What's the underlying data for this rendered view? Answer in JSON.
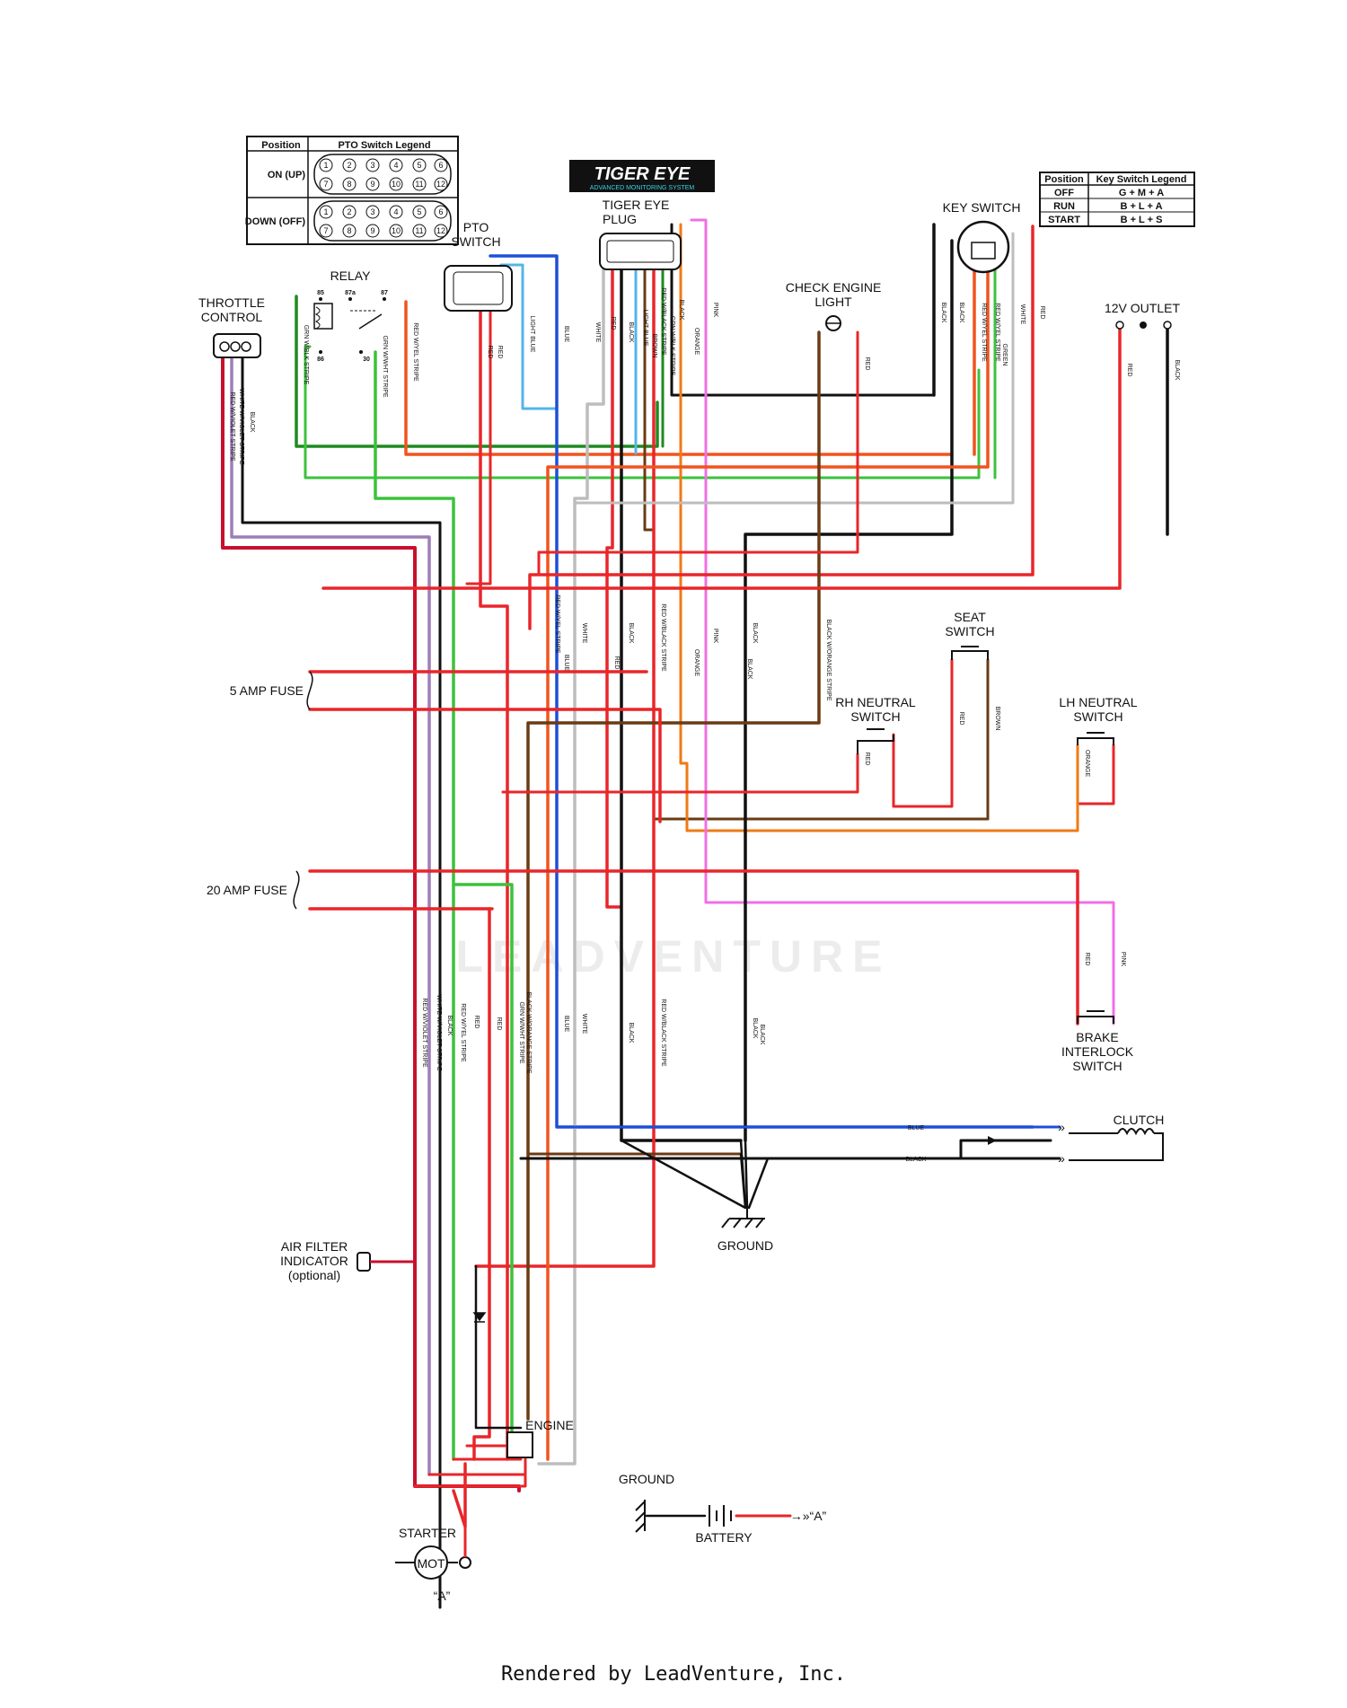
{
  "tiger_eye_logo": {
    "title": "TIGER EYE",
    "subtitle": "ADVANCED MONITORING SYSTEM"
  },
  "pto_legend": {
    "headers": [
      "Position",
      "PTO Switch Legend"
    ],
    "rows": [
      {
        "position": "ON (UP)"
      },
      {
        "position": "DOWN (OFF)"
      }
    ],
    "pins_top": [
      "1",
      "2",
      "3",
      "4",
      "5",
      "6"
    ],
    "pins_bottom": [
      "7",
      "8",
      "9",
      "10",
      "11",
      "12"
    ]
  },
  "key_legend": {
    "headers": [
      "Position",
      "Key Switch Legend"
    ],
    "rows": [
      {
        "position": "OFF",
        "legend": "G + M + A"
      },
      {
        "position": "RUN",
        "legend": "B + L + A"
      },
      {
        "position": "START",
        "legend": "B + L + S"
      }
    ]
  },
  "components": {
    "throttle_control": [
      "THROTTLE",
      "CONTROL"
    ],
    "relay": "RELAY",
    "relay_pins": [
      "85",
      "87a",
      "87",
      "86",
      "30"
    ],
    "pto_switch": [
      "PTO",
      "SWITCH"
    ],
    "tiger_eye_plug": [
      "TIGER EYE",
      "PLUG"
    ],
    "key_switch": "KEY SWITCH",
    "check_engine_light": [
      "CHECK ENGINE",
      "LIGHT"
    ],
    "outlet_12v": "12V OUTLET",
    "fuse_5": "5 AMP FUSE",
    "fuse_20": "20 AMP FUSE",
    "seat_switch": [
      "SEAT",
      "SWITCH"
    ],
    "rh_neutral": [
      "RH NEUTRAL",
      "SWITCH"
    ],
    "lh_neutral": [
      "LH NEUTRAL",
      "SWITCH"
    ],
    "brake_interlock": [
      "BRAKE",
      "INTERLOCK",
      "SWITCH"
    ],
    "clutch": "CLUTCH",
    "ground_main": "GROUND",
    "ground_battery": "GROUND",
    "battery": "BATTERY",
    "air_filter": [
      "AIR FILTER",
      "INDICATOR",
      "(optional)"
    ],
    "engine": "ENGINE",
    "starter": "STARTER",
    "starter_mot": "MOT",
    "ref_a": "“A”",
    "battery_ref": "→»“A”"
  },
  "wire_labels": {
    "throttle": [
      "RED W/VIOLET STRIPE",
      "WHITE W/VIOLET STRIPE",
      "BLACK"
    ],
    "relay": [
      "GRN W/BLK STRIPE",
      "GRN W/WHT STRIPE",
      "RED W/YEL STRIPE"
    ],
    "pto": [
      "RED",
      "RED",
      "LIGHT BLUE",
      "BLUE"
    ],
    "plug": [
      "RED",
      "WHITE",
      "BLACK",
      "LIGHT BLUE",
      "BROWN",
      "RED W/BLACK STRIPE",
      "GRN W/BLK STRIPE",
      "BLACK",
      "ORANGE",
      "PINK"
    ],
    "key": [
      "BLACK",
      "BLACK",
      "RED W/YEL STRIPE",
      "RED W/YEL STRIPE",
      "GREEN",
      "WHITE",
      "RED"
    ],
    "check_engine": "RED",
    "outlet": [
      "RED",
      "BLACK"
    ],
    "mid": [
      "RED W/YEL STRIPE",
      "BLUE",
      "WHITE",
      "RED",
      "BLACK",
      "RED W/BLACK STRIPE",
      "ORANGE",
      "PINK",
      "BLACK",
      "BLACK",
      "BLACK W/ORANGE STRIPE"
    ],
    "seat": [
      "RED",
      "BROWN"
    ],
    "rh": "RED",
    "lh": "ORANGE",
    "brake": [
      "RED",
      "PINK"
    ],
    "lower": [
      "RED W/VIOLET STRIPE",
      "WHITE W/VIOLET STRIPE",
      "BLACK",
      "RED W/YEL STRIPE",
      "RED",
      "RED",
      "BLACK W/ORANGE STRIPE",
      "GRN W/WHT STRIPE",
      "BLUE",
      "WHITE",
      "BLACK",
      "RED W/BLACK STRIPE",
      "BLACK",
      "BLACK"
    ],
    "clutch": [
      "BLUE",
      "BLACK"
    ]
  },
  "colors": {
    "red": "#e8262a",
    "black": "#111111",
    "green": "#3cc23c",
    "dkgreen": "#1f8a1f",
    "blue": "#1f4fd8",
    "ltblue": "#54b4e8",
    "white": "#bdbdbd",
    "violet": "#9c7fb8",
    "orange": "#f07a14",
    "pink": "#ef70e6",
    "brown": "#6a3b14",
    "crimson": "#c8102e"
  },
  "watermark": "LEADVENTURE",
  "footer": "Rendered by LeadVenture, Inc."
}
